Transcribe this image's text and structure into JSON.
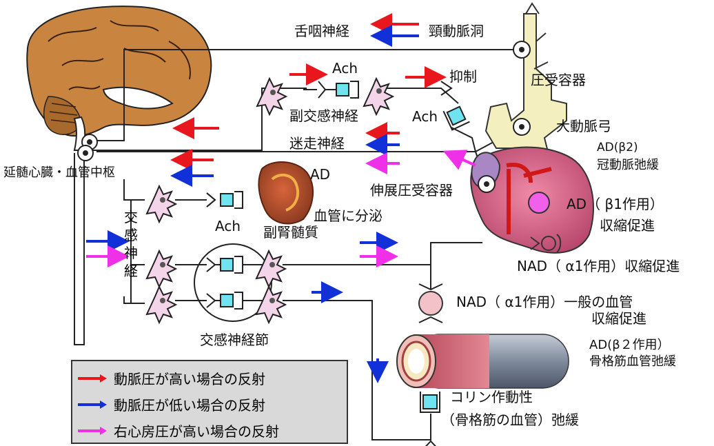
{
  "colors": {
    "red": "#e8171d",
    "blue": "#1230d8",
    "magenta": "#f030e8",
    "cyan_box": "#6fe3f0",
    "brain": "#c9853f",
    "aorta": "#f4efbf",
    "heart": "#d8708e"
  },
  "labels": {
    "glossopharyngeal": "舌咽神経",
    "carotid_sinus": "頸動脈洞",
    "baroreceptor": "圧受容器",
    "ach_top": "Ach",
    "inhibit": "抑制",
    "parasympathetic": "副交感神経",
    "ach_mid": "Ach",
    "aortic_arch": "大動脈弓",
    "vagus": "迷走神経",
    "ad_b2": "AD(β2)",
    "coronary_relax": "冠動脈弛緩",
    "medulla_center": "延髄心臓・血管中枢",
    "ad_adrenal": "AD",
    "stretch_receptor": "伸展圧受容器",
    "blood_secretion": "血管に分泌",
    "ach_adrenal": "Ach",
    "adrenal_medulla": "副腎髄質",
    "ad_b1": "AD（ β1作用）",
    "contraction_promote": "収縮促進",
    "nad_a1_heart": "NAD（ α1作用）収縮促進",
    "nad_a1_vessel": "NAD（ α1作用）一般の血管",
    "contraction_promote_2": "収縮促進",
    "sympathetic_ganglion": "交感神経節",
    "ad_b2_action": "AD(β２作用）",
    "skeletal_relax": "骨格筋血管弛緩",
    "cholinergic": "コリン作動性",
    "skeletal_vessel_relax": "（骨格筋の血管）弛緩",
    "sympathetic_vertical": [
      "交",
      "感",
      "神",
      "経"
    ]
  },
  "legend": [
    {
      "color": "red",
      "text": "動脈圧が高い場合の反射"
    },
    {
      "color": "blue",
      "text": "動脈圧が低い場合の反射"
    },
    {
      "color": "magenta",
      "text": "右心房圧が高い場合の反射"
    }
  ]
}
